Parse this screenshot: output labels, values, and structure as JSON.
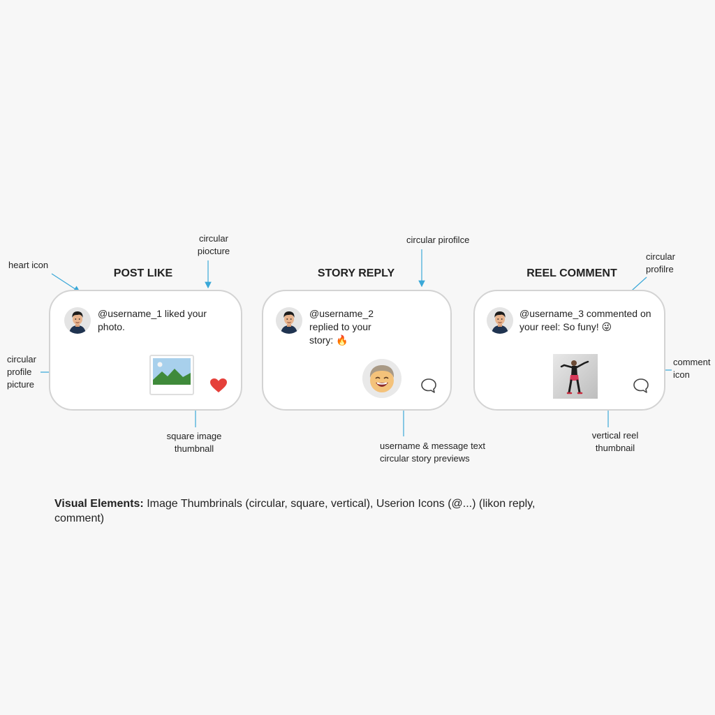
{
  "sections": {
    "post_like": {
      "title": "POST LIKE",
      "message_username": "@username_1",
      "message_text": " liked your photo."
    },
    "story_reply": {
      "title": "STORY REPLY",
      "message_username": "@username_2",
      "message_text": " replied to your story: 🔥"
    },
    "reel_comment": {
      "title": "REEL COMMENT",
      "message_username": "@username_3",
      "message_text": " commented on your reel: So funy! 😜"
    }
  },
  "callouts": {
    "heart_icon": "heart icon",
    "circular_picture": "circular piocture",
    "circular_profile_picture": "circular profile picture",
    "square_image_thumbnail": "square image thumbnall",
    "circular_pirofilce": "circular pirofilce",
    "username_message": "username & message text",
    "circular_story_previews": "circular story previews",
    "circular_profilre": "circular profilre",
    "comment_icon": "comment icon",
    "vertical_reel_thumbnail": "vertical reel thumbnail"
  },
  "footer": {
    "label": "Visual Elements:",
    "text": " Image Thumbrinals (circular, square, vertical), Userion Icons (@...) (likon reply, comment)"
  },
  "colors": {
    "arrow": "#3aa8d8",
    "heart": "#e5403a",
    "card_border": "#d3d3d3"
  },
  "icons": [
    "profile-avatar-icon",
    "landscape-image-icon",
    "heart-icon",
    "comment-bubble-icon",
    "laughing-face-icon",
    "dancer-photo-icon"
  ]
}
